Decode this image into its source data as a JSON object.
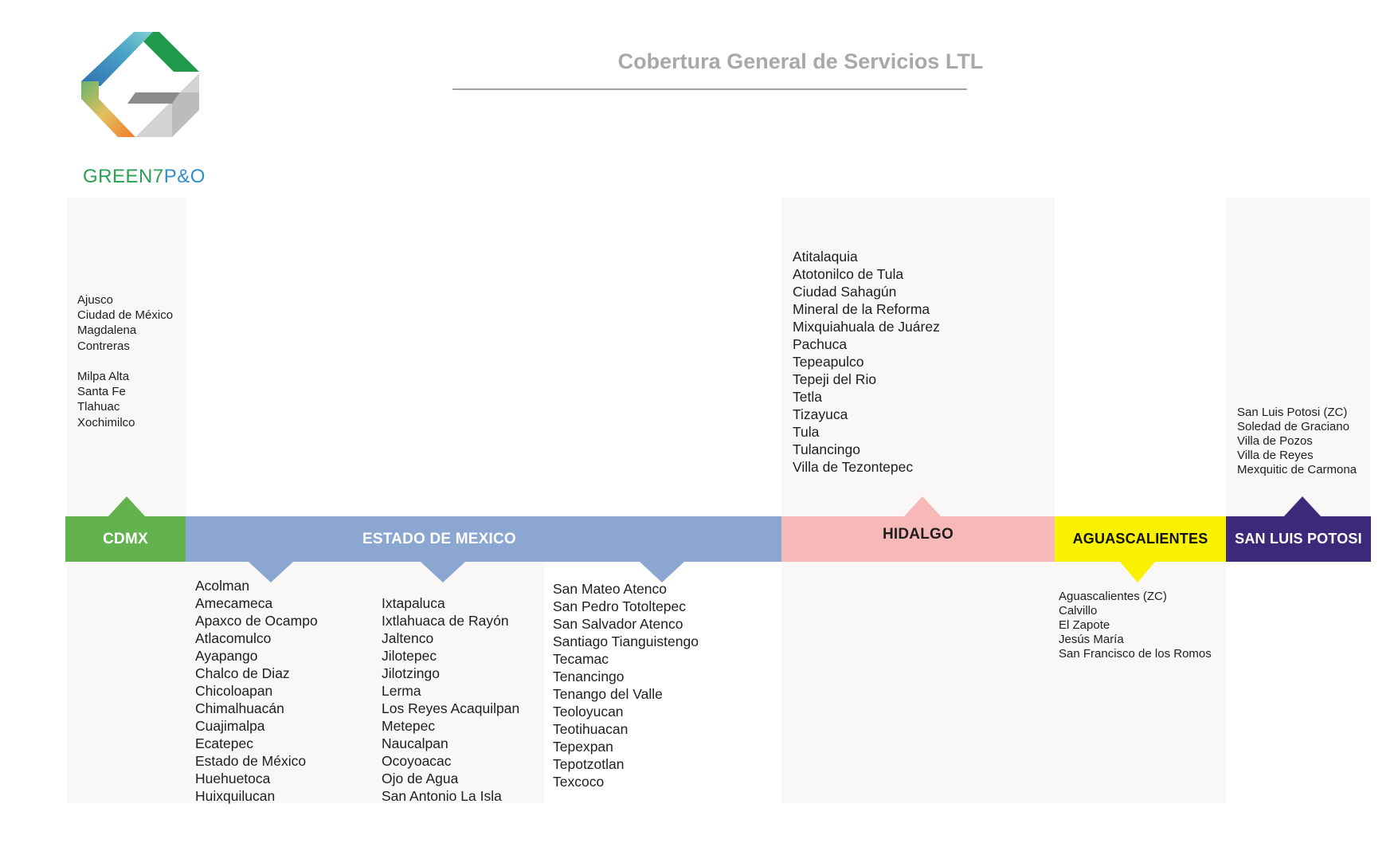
{
  "header": {
    "title": "Cobertura General de Servicios LTL",
    "logo_text_part1": "GREEN7",
    "logo_text_part2": "P&O"
  },
  "colors": {
    "cdmx": "#62b34f",
    "estado_de_mexico": "#8aa6d1",
    "hidalgo": "#f7b8b8",
    "aguascalientes": "#f8f100",
    "san_luis_potosi": "#3b2a7a",
    "panel": "#f9f8f6",
    "title": "#a8a8a8"
  },
  "regions": {
    "cdmx": {
      "label": "CDMX",
      "items": [
        "Ajusco",
        "Ciudad de México",
        "Magdalena",
        "Contreras",
        "",
        "Milpa Alta",
        "Santa Fe",
        "Tlahuac",
        "Xochimilco"
      ]
    },
    "estado_de_mexico": {
      "label": "ESTADO DE MEXICO",
      "columns": [
        [
          "Acolman",
          "Amecameca",
          "Apaxco de Ocampo",
          "Atlacomulco",
          "Ayapango",
          "Chalco de Diaz",
          "Chicoloapan",
          "Chimalhuacán",
          "Cuajimalpa",
          "Ecatepec",
          "Estado de México",
          "Huehuetoca",
          "Huixquilucan"
        ],
        [
          "Ixtapaluca",
          "Ixtlahuaca de Rayón",
          "Jaltenco",
          "Jilotepec",
          "Jilotzingo",
          "Lerma",
          "Los Reyes Acaquilpan",
          "Metepec",
          "Naucalpan",
          "Ocoyoacac",
          "Ojo de Agua",
          "San Antonio La Isla"
        ],
        [
          "San Mateo Atenco",
          "San Pedro Totoltepec",
          "San Salvador Atenco",
          "Santiago Tianguistengo",
          "Tecamac",
          "Tenancingo",
          "Tenango del Valle",
          "Teoloyucan",
          "Teotihuacan",
          "Tepexpan",
          "Tepotzotlan",
          "Texcoco"
        ]
      ]
    },
    "hidalgo": {
      "label": "HIDALGO",
      "items": [
        "Atitalaquia",
        "Atotonilco de Tula",
        "Ciudad Sahagún",
        "Mineral de la Reforma",
        "Mixquiahuala de Juárez",
        "Pachuca",
        "Tepeapulco",
        "Tepeji del Rio",
        "Tetla",
        "Tizayuca",
        "Tula",
        "Tulancingo",
        "Villa de Tezontepec"
      ]
    },
    "aguascalientes": {
      "label": "AGUASCALIENTES",
      "items": [
        "Aguascalientes (ZC)",
        "Calvillo",
        "El Zapote",
        "Jesús María",
        "San Francisco de los Romos"
      ]
    },
    "san_luis_potosi": {
      "label": "SAN LUIS POTOSI",
      "items": [
        "San Luis Potosi (ZC)",
        "Soledad de Graciano",
        "Villa de Pozos",
        "Villa de Reyes",
        "Mexquitic de Carmona"
      ]
    }
  }
}
